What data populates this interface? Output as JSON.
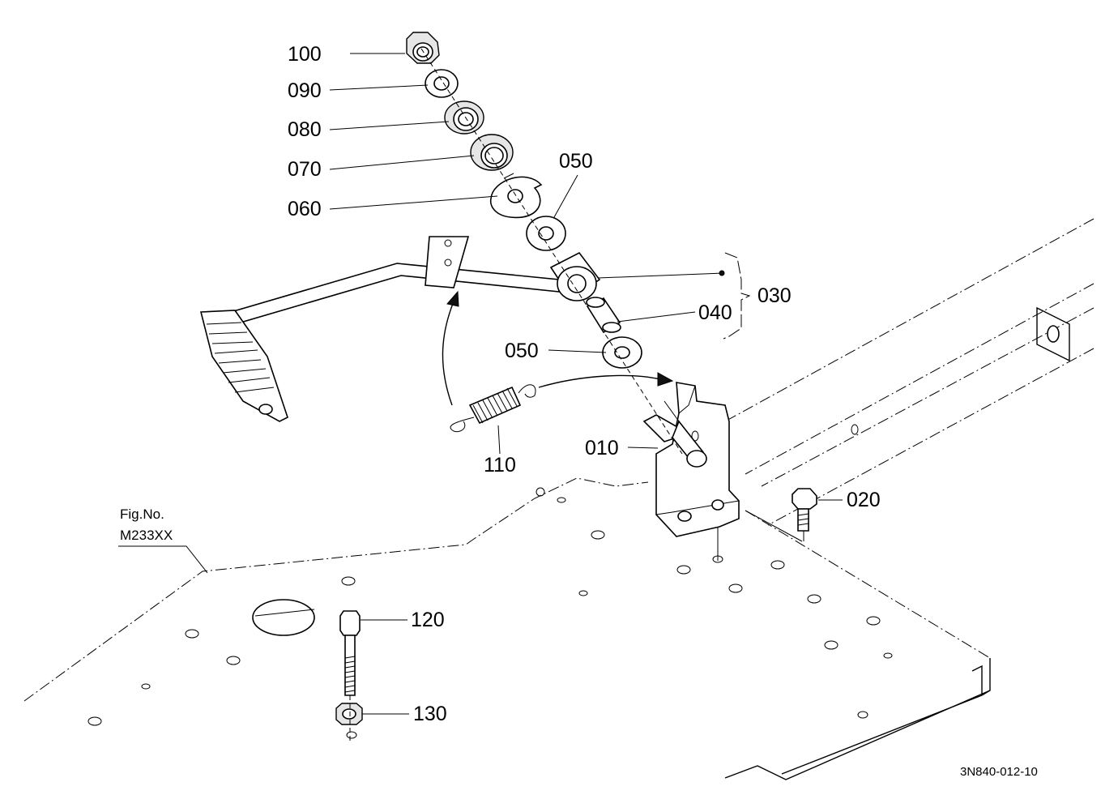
{
  "figure_ref": {
    "line1": "Fig.No.",
    "line2": "M233XX"
  },
  "drawing_code": "3N840-012-10",
  "callouts": {
    "c100": "100",
    "c090": "090",
    "c080": "080",
    "c070": "070",
    "c060": "060",
    "c050a": "050",
    "c050b": "050",
    "c040": "040",
    "c030": "030",
    "c010": "010",
    "c020": "020",
    "c110": "110",
    "c120": "120",
    "c130": "130"
  }
}
